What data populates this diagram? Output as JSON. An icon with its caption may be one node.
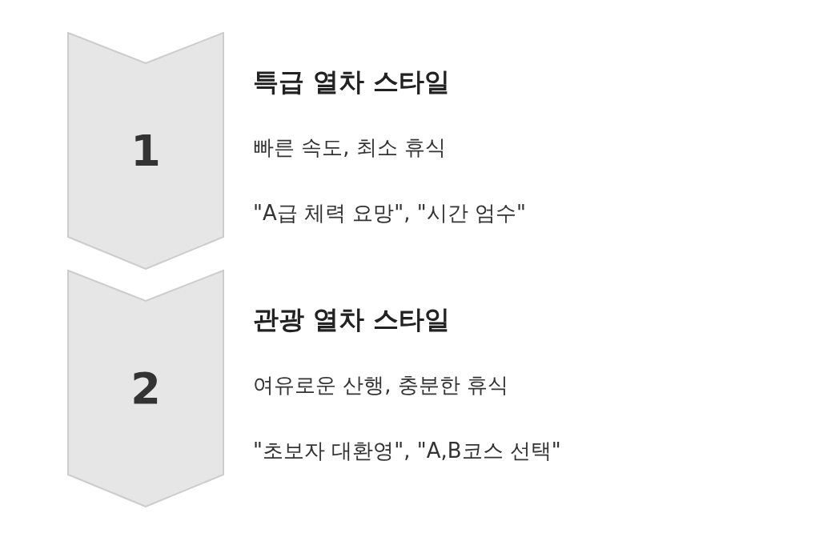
{
  "diagram": {
    "nodes": [
      {
        "text": [
          "1"
        ],
        "beside": [
          "특급 열차 스타일",
          "빠른 속도, 최소 휴식",
          "\"A급 체력 요망\", \"시간 엄수\""
        ]
      },
      {
        "text": [
          "2"
        ],
        "beside": [
          "관광 열차 스타일",
          "여유로운 산행, 충분한 휴식",
          "\"초보자 대환영\", \"A,B코스 선택\""
        ]
      }
    ],
    "edges": []
  }
}
